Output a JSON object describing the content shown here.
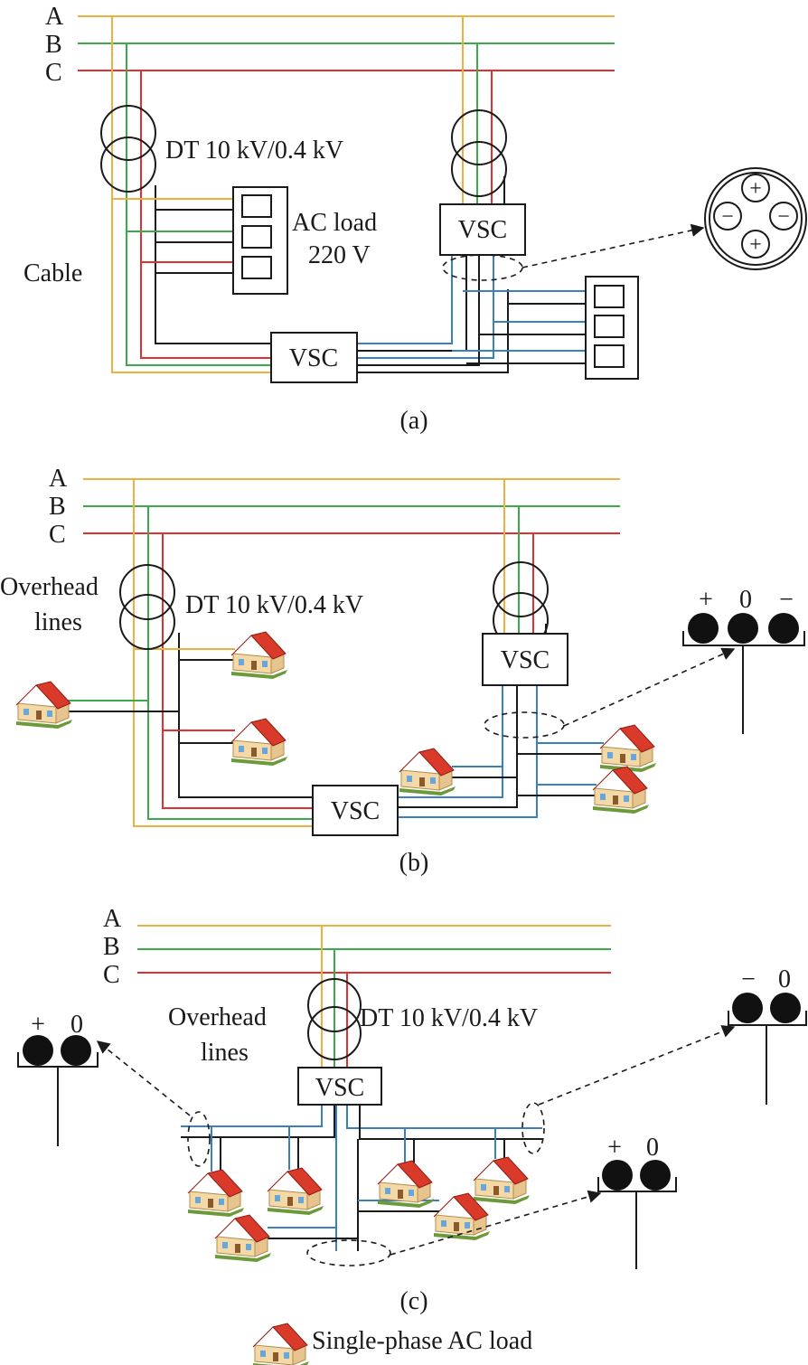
{
  "colors": {
    "phase_a": "#f0b040",
    "phase_b": "#3aaa4a",
    "phase_c": "#e03030",
    "dc_wire": "#3a7fc0",
    "neutral": "#1a1a1a",
    "roof": "#d93a2a",
    "wall": "#f3d9a8"
  },
  "icons": {
    "house": "house-icon",
    "transformer": "transformer-icon"
  },
  "labels": {
    "phase_a": "A",
    "phase_b": "B",
    "phase_c": "C",
    "transformer": "DT 10 kV/0.4 kV",
    "vsc": "VSC",
    "cable": "Cable",
    "ac_load_line1": "AC load",
    "ac_load_line2": "220 V",
    "overhead_line1": "Overhead",
    "overhead_line2": "lines",
    "plus": "+",
    "minus": "−",
    "zero": "0"
  },
  "captions": {
    "a": "(a)",
    "b": "(b)",
    "c": "(c)"
  },
  "legend": {
    "label": "Single-phase AC load"
  }
}
